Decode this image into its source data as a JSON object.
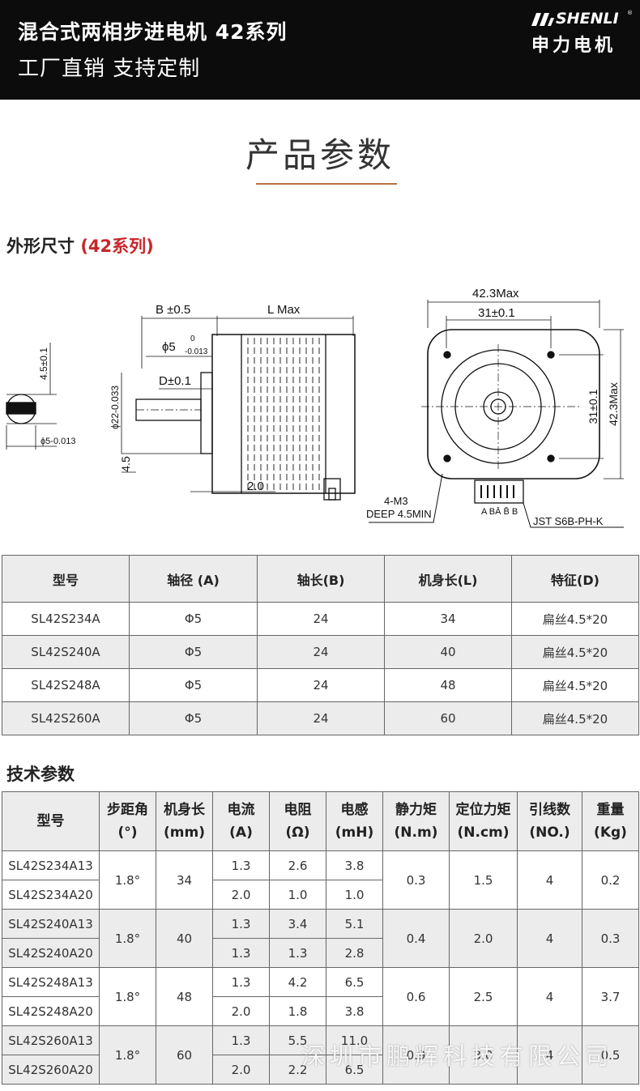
{
  "header": {
    "title": "混合式两相步进电机  42系列",
    "subtitle": "工厂直销  支持定制",
    "logo_en": "SHENLI",
    "logo_cn": "申力电机",
    "logo_reg": "®"
  },
  "section": {
    "title": "产品参数"
  },
  "dimensions": {
    "title_prefix": "外形尺寸 ",
    "title_highlight": "(42系列)",
    "labels": {
      "b": "B ±0.5",
      "l": "L Max",
      "phi5": "ϕ5",
      "phi5_tol_top": "0",
      "phi5_tol_bot": "-0.013",
      "d": "D±0.1",
      "phi22": "ϕ22-0.033",
      "h45": "4.5",
      "h20": "2.0",
      "flat45": "4.5±0.1",
      "phi5b": "ϕ5-0.013",
      "w423": "42.3Max",
      "w31": "31±0.1",
      "v31": "31±0.1",
      "v423": "42.3Max",
      "m3": "4-M3",
      "deep": "DEEP 4.5MIN",
      "pins": "A BĀ B̄ B",
      "jst": "JST S6B-PH-K"
    }
  },
  "dim_table": {
    "headers": [
      "型号",
      "轴径 (A)",
      "轴长(B)",
      "机身长(L)",
      "特征(D)"
    ],
    "rows": [
      [
        "SL42S234A",
        "Φ5",
        "24",
        "34",
        "扁丝4.5*20"
      ],
      [
        "SL42S240A",
        "Φ5",
        "24",
        "40",
        "扁丝4.5*20"
      ],
      [
        "SL42S248A",
        "Φ5",
        "24",
        "48",
        "扁丝4.5*20"
      ],
      [
        "SL42S260A",
        "Φ5",
        "24",
        "60",
        "扁丝4.5*20"
      ]
    ]
  },
  "tech": {
    "title": "技术参数",
    "headers": [
      [
        "型号"
      ],
      [
        "步距角",
        "(°)"
      ],
      [
        "机身长",
        "(mm)"
      ],
      [
        "电流",
        "(A)"
      ],
      [
        "电阻",
        "(Ω)"
      ],
      [
        "电感",
        "(mH)"
      ],
      [
        "静力矩",
        "(N.m)"
      ],
      [
        "定位力矩",
        "(N.cm)"
      ],
      [
        "引线数",
        "(NO.)"
      ],
      [
        "重量",
        "(Kg)"
      ]
    ],
    "groups": [
      {
        "step": "1.8°",
        "length": "34",
        "torque": "0.3",
        "detent": "1.5",
        "leads": "4",
        "weight": "0.2",
        "rows": [
          {
            "model": "SL42S234A13",
            "current": "1.3",
            "resistance": "2.6",
            "inductance": "3.8"
          },
          {
            "model": "SL42S234A20",
            "current": "2.0",
            "resistance": "1.0",
            "inductance": "1.0"
          }
        ]
      },
      {
        "step": "1.8°",
        "length": "40",
        "torque": "0.4",
        "detent": "2.0",
        "leads": "4",
        "weight": "0.3",
        "rows": [
          {
            "model": "SL42S240A13",
            "current": "1.3",
            "resistance": "3.4",
            "inductance": "5.1"
          },
          {
            "model": "SL42S240A20",
            "current": "1.3",
            "resistance": "1.3",
            "inductance": "2.8"
          }
        ]
      },
      {
        "step": "1.8°",
        "length": "48",
        "torque": "0.6",
        "detent": "2.5",
        "leads": "4",
        "weight": "3.7",
        "rows": [
          {
            "model": "SL42S248A13",
            "current": "1.3",
            "resistance": "4.2",
            "inductance": "6.5"
          },
          {
            "model": "SL42S248A20",
            "current": "2.0",
            "resistance": "1.8",
            "inductance": "3.8"
          }
        ]
      },
      {
        "step": "1.8°",
        "length": "60",
        "torque": "0.9",
        "detent": "3.0",
        "leads": "4",
        "weight": "0.5",
        "rows": [
          {
            "model": "SL42S260A13",
            "current": "1.3",
            "resistance": "5.5",
            "inductance": "11.0"
          },
          {
            "model": "SL42S260A20",
            "current": "2.0",
            "resistance": "2.2",
            "inductance": "6.5"
          }
        ]
      }
    ]
  },
  "watermark": "深圳市鹏辉科技有限公司"
}
